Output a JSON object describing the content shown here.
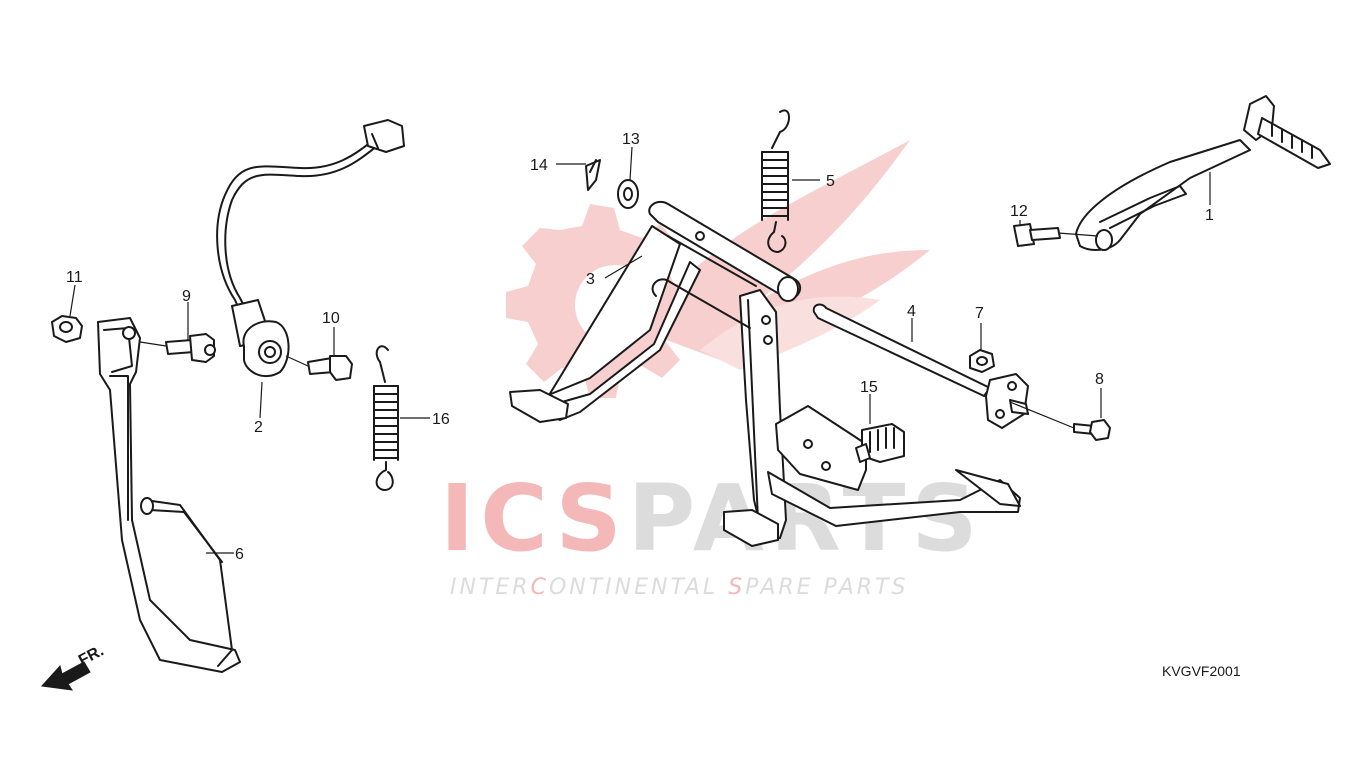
{
  "watermark": {
    "brand_red": "ICS",
    "brand_gray": "PARTS",
    "tagline": [
      {
        "text": "INTER",
        "tone": "gray"
      },
      {
        "text": "C",
        "tone": "red"
      },
      {
        "text": "ONTINENTAL ",
        "tone": "gray"
      },
      {
        "text": "S",
        "tone": "red"
      },
      {
        "text": "PARE PARTS",
        "tone": "gray"
      }
    ],
    "colors": {
      "red": "#f4b8b8",
      "gray": "#dcdcdc"
    }
  },
  "diagram_code": "KVGVF2001",
  "front_indicator": "FR.",
  "callouts": [
    "1",
    "2",
    "3",
    "4",
    "5",
    "6",
    "7",
    "8",
    "9",
    "10",
    "11",
    "12",
    "13",
    "14",
    "15",
    "16"
  ],
  "icons": [
    "front-arrow-icon",
    "logo-gear-flame-icon"
  ],
  "colors": {
    "line": "#1a1a1a",
    "background": "#ffffff"
  }
}
